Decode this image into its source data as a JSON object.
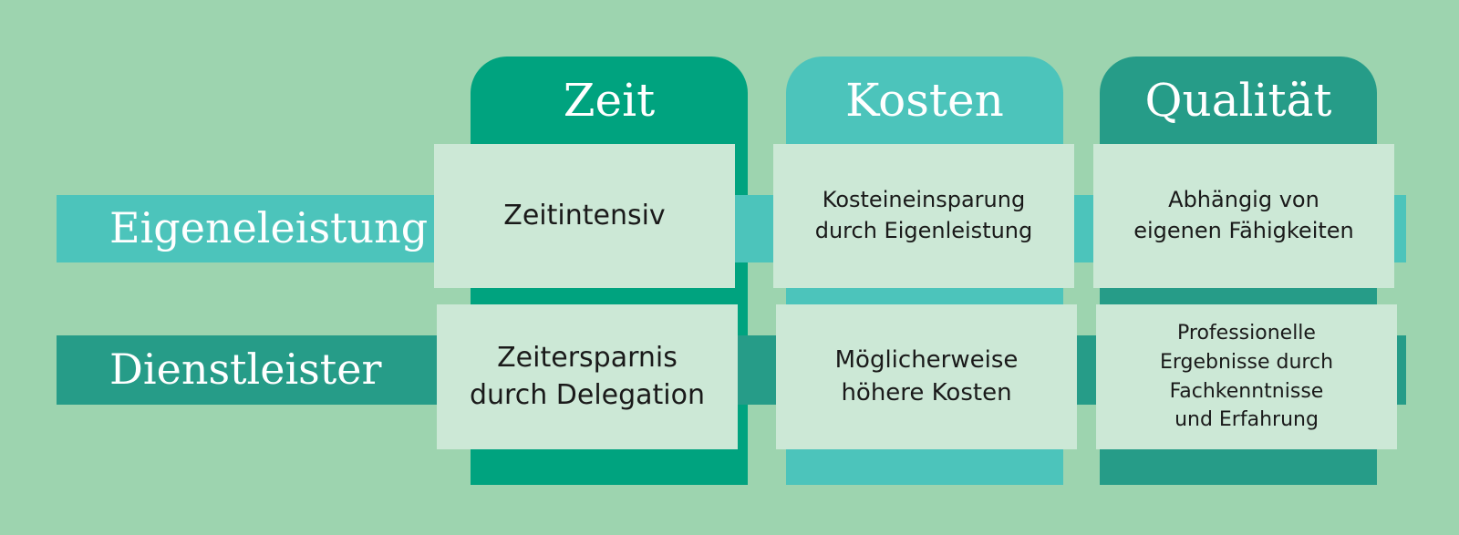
{
  "colors": {
    "background": "#9dd4af",
    "zeit": "#00a37f",
    "kosten": "#4cc4bb",
    "qualitaet": "#269c88",
    "eigenleistung_band": "#4cc4bb",
    "dienstleister_band": "#269c88",
    "cell": "#cce8d6"
  },
  "columns": [
    {
      "label": "Zeit"
    },
    {
      "label": "Kosten"
    },
    {
      "label": "Qualität"
    }
  ],
  "rows": [
    {
      "label": "Eigeneleistung",
      "cells": [
        "Zeitintensiv",
        "Kosteineinsparung\ndurch Eigenleistung",
        "Abhängig von\neigenen Fähigkeiten"
      ]
    },
    {
      "label": "Dienstleister",
      "cells": [
        "Zeitersparnis\ndurch Delegation",
        "Möglicherweise\nhöhere Kosten",
        "Professionelle\nErgebnisse durch\nFachkenntnisse\nund Erfahrung"
      ]
    }
  ]
}
